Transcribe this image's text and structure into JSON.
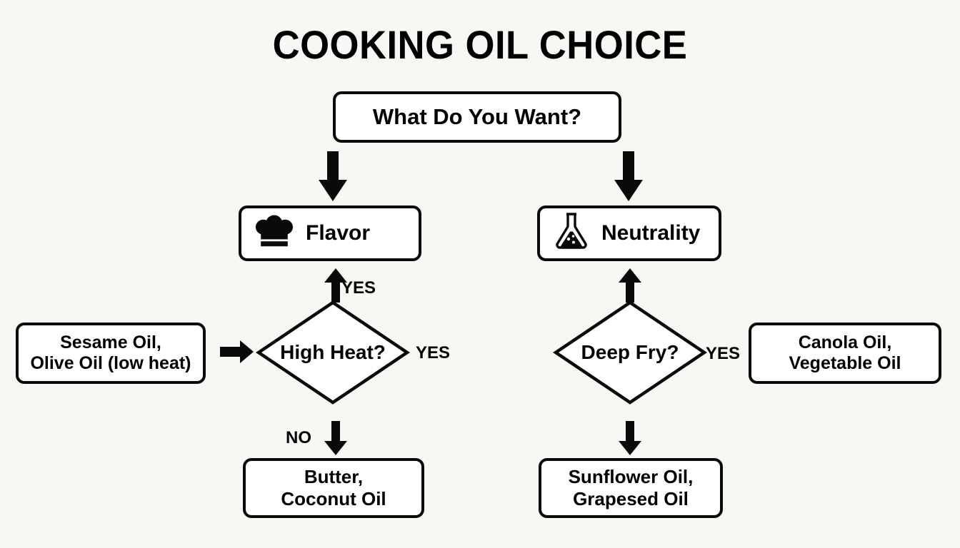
{
  "title": "COOKING OIL CHOICE",
  "nodes": {
    "root": {
      "label": "What Do You Want?"
    },
    "flavor": {
      "label": "Flavor",
      "icon": "chef-hat-icon"
    },
    "neutrality": {
      "label": "Neutrality",
      "icon": "flask-icon"
    },
    "high_heat": {
      "label": "High Heat?"
    },
    "deep_fry": {
      "label": "Deep Fry?"
    },
    "sesame": {
      "label": "Sesame Oil,\nOlive Oil (low heat)"
    },
    "canola": {
      "label": "Canola Oil,\nVegetable Oil"
    },
    "butter": {
      "label": "Butter,\nCoconut Oil"
    },
    "sunflower": {
      "label": "Sunflower Oil,\nGrapesed Oil"
    }
  },
  "edge_labels": {
    "heat_yes_up": "YES",
    "heat_no_down": "NO",
    "heat_yes_right": "YES",
    "fry_yes_right": "YES"
  },
  "colors": {
    "background": "#f7f7f4",
    "stroke": "#0a0a0a",
    "node_fill": "#ffffff",
    "text": "#000000"
  }
}
